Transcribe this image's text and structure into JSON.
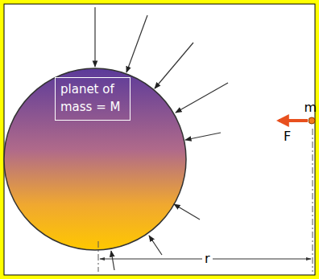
{
  "diagram": {
    "nodes": [
      {
        "text": [
          "planet of mass = M"
        ]
      }
    ],
    "labels": [
      "m",
      "F",
      "r"
    ]
  }
}
